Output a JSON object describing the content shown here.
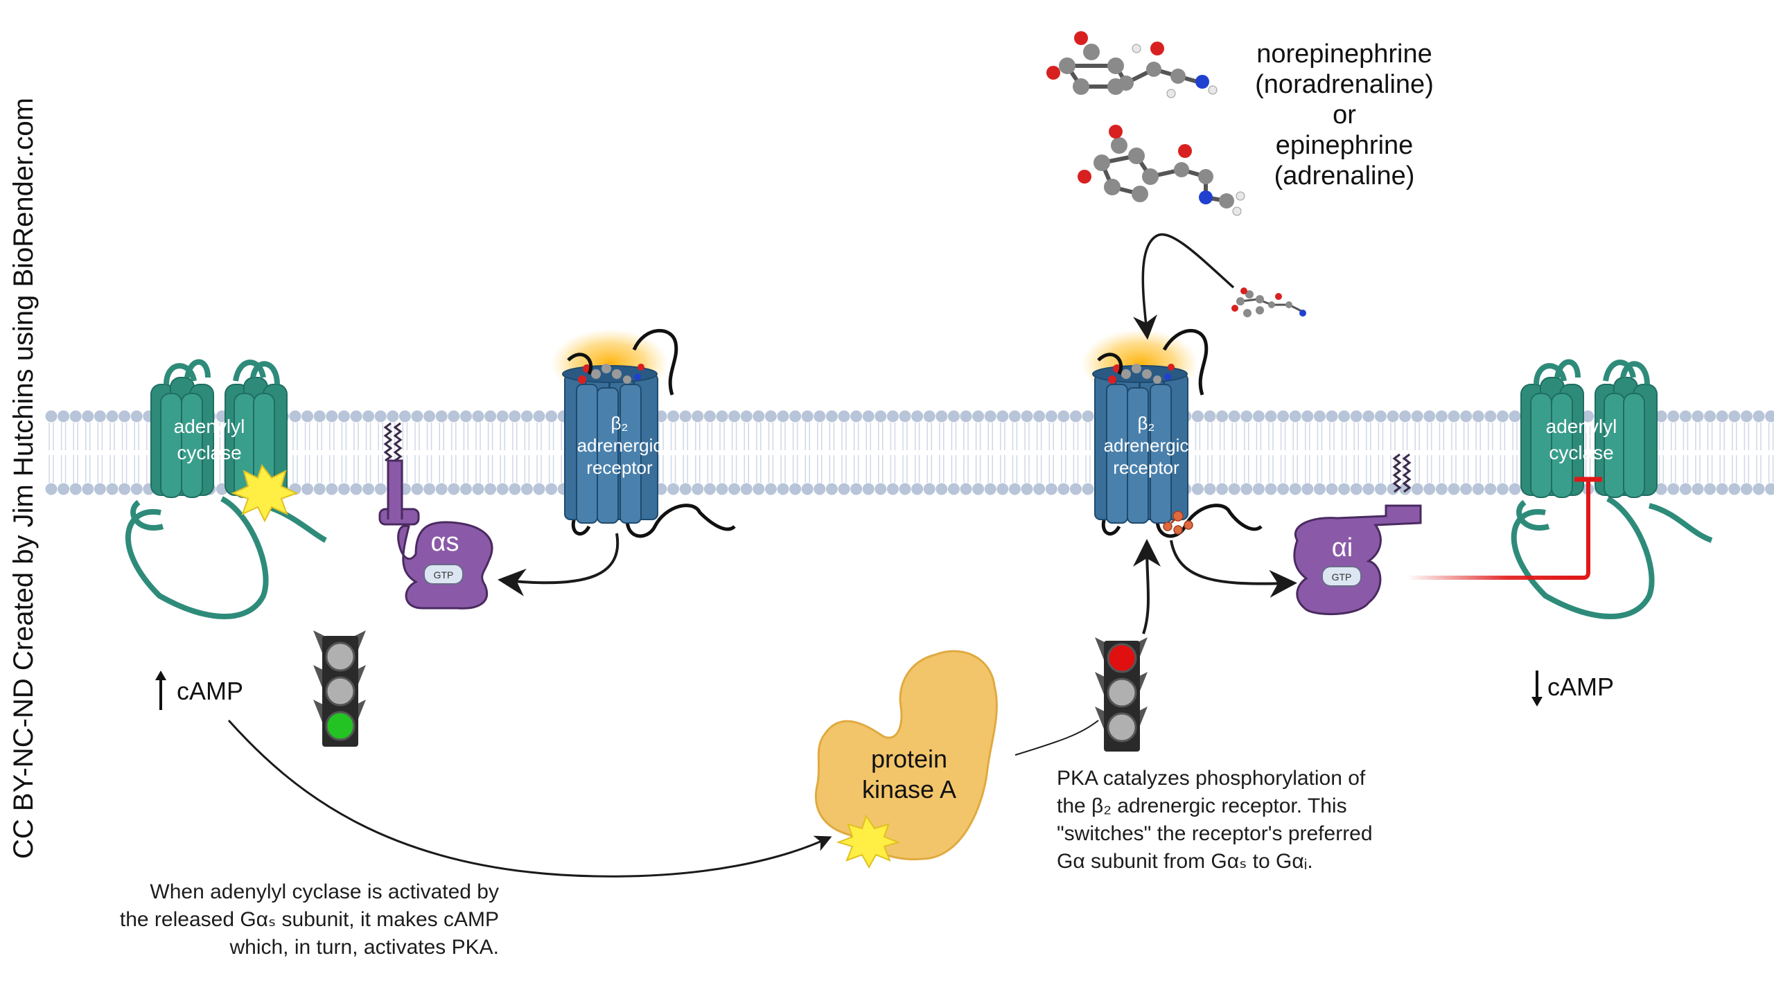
{
  "credit": "CC BY-NC-ND Created by Jim Hutchins using BioRender.com",
  "ligand": {
    "line1": "norepinephrine",
    "line2": "(noradrenaline)",
    "line3": "or",
    "line4": "epinephrine",
    "line5": "(adrenaline)"
  },
  "left_cyclase": {
    "line1": "adenylyl",
    "line2": "cyclase"
  },
  "right_cyclase": {
    "line1": "adenylyl",
    "line2": "cyclase"
  },
  "left_receptor": {
    "line1": "β₂",
    "line2": "adrenergic",
    "line3": "receptor"
  },
  "right_receptor": {
    "line1": "β₂",
    "line2": "adrenergic",
    "line3": "receptor"
  },
  "g_alpha_s": {
    "symbol": "αs",
    "gtp": "GTP"
  },
  "g_alpha_i": {
    "symbol": "αi",
    "gtp": "GTP"
  },
  "camp_up": "cAMP",
  "camp_down": "cAMP",
  "pka": {
    "line1": "protein",
    "line2": "kinase A"
  },
  "caption_left": {
    "line1": "When adenylyl cyclase is activated by",
    "line2": "the released Gαₛ subunit, it makes cAMP",
    "line3": "which, in turn, activates PKA."
  },
  "caption_right": {
    "line1": "PKA catalyzes phosphorylation of",
    "line2": "the β₂ adrenergic receptor. This",
    "line3": "\"switches\" the receptor's preferred",
    "line4": "Gα subunit from Gαₛ to Gαᵢ."
  },
  "colors": {
    "cyclase": "#2e8b7a",
    "receptor": "#3a6f9a",
    "g_protein": "#8a5aa8",
    "pka": "#f2c56a",
    "membrane_head": "#b8c4d8",
    "light_green": "#22c322",
    "light_red": "#e01010",
    "inhibit": "#e01818",
    "starburst": "#ffee44"
  },
  "traffic_light_left": {
    "active": "green"
  },
  "traffic_light_right": {
    "active": "red"
  }
}
